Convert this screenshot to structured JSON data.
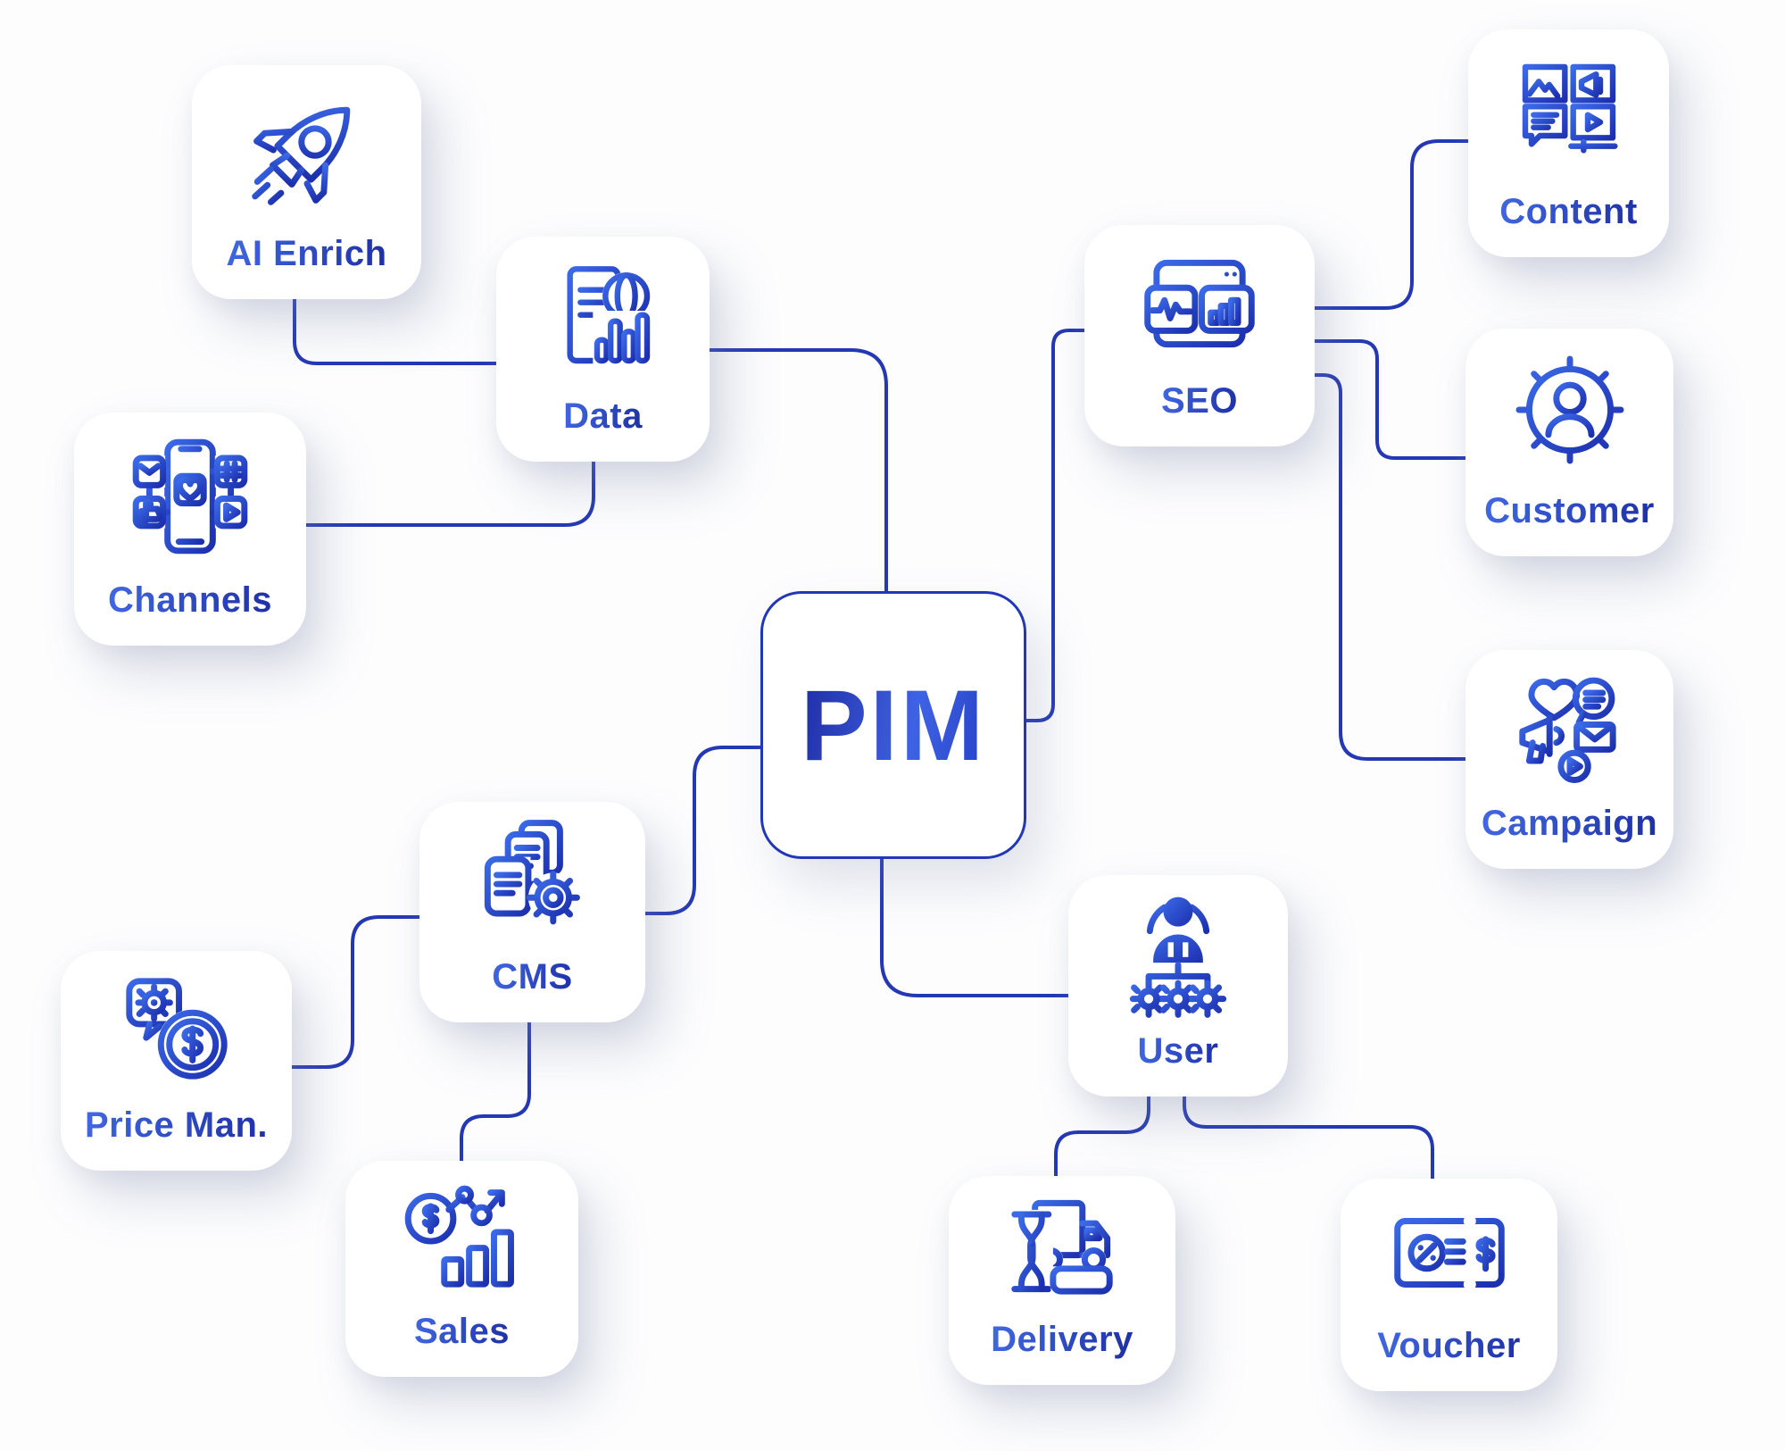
{
  "diagram": {
    "title": "PIM",
    "center_node": {
      "label": "PIM"
    },
    "nodes": [
      {
        "id": "ai-enrich",
        "label": "AI Enrich",
        "icon": "rocket-icon"
      },
      {
        "id": "data",
        "label": "Data",
        "icon": "data-report-globe-icon"
      },
      {
        "id": "channels",
        "label": "Channels",
        "icon": "social-channels-phone-icon"
      },
      {
        "id": "seo",
        "label": "SEO",
        "icon": "seo-analytics-browser-icon"
      },
      {
        "id": "content",
        "label": "Content",
        "icon": "content-media-grid-icon"
      },
      {
        "id": "customer",
        "label": "Customer",
        "icon": "customer-gear-person-icon"
      },
      {
        "id": "campaign",
        "label": "Campaign",
        "icon": "campaign-megaphone-icon"
      },
      {
        "id": "cms",
        "label": "CMS",
        "icon": "cms-documents-gear-icon"
      },
      {
        "id": "price-man",
        "label": "Price Man.",
        "icon": "price-management-icon"
      },
      {
        "id": "sales",
        "label": "Sales",
        "icon": "sales-growth-chart-icon"
      },
      {
        "id": "user",
        "label": "User",
        "icon": "user-roles-gears-icon"
      },
      {
        "id": "delivery",
        "label": "Delivery",
        "icon": "delivery-truck-hourglass-icon"
      },
      {
        "id": "voucher",
        "label": "Voucher",
        "icon": "voucher-coupon-icon"
      }
    ],
    "connections": [
      {
        "from": "ai-enrich",
        "to": "data"
      },
      {
        "from": "channels",
        "to": "data"
      },
      {
        "from": "data",
        "to": "pim"
      },
      {
        "from": "pim",
        "to": "seo"
      },
      {
        "from": "seo",
        "to": "content"
      },
      {
        "from": "seo",
        "to": "customer"
      },
      {
        "from": "seo",
        "to": "campaign"
      },
      {
        "from": "pim",
        "to": "cms"
      },
      {
        "from": "pim",
        "to": "user"
      },
      {
        "from": "price-man",
        "to": "cms"
      },
      {
        "from": "cms",
        "to": "sales"
      },
      {
        "from": "user",
        "to": "delivery"
      },
      {
        "from": "user",
        "to": "voucher"
      }
    ],
    "colors": {
      "connector_line": "#2438b4",
      "pim_border": "#2137b8",
      "icon_gradient_start": "#3b6ae8",
      "icon_gradient_end": "#1c2fae",
      "label_gradient_start": "#4168e2",
      "label_gradient_end": "#1e2fa6",
      "card_background": "#ffffff",
      "page_background": "#fdfdfe"
    }
  }
}
